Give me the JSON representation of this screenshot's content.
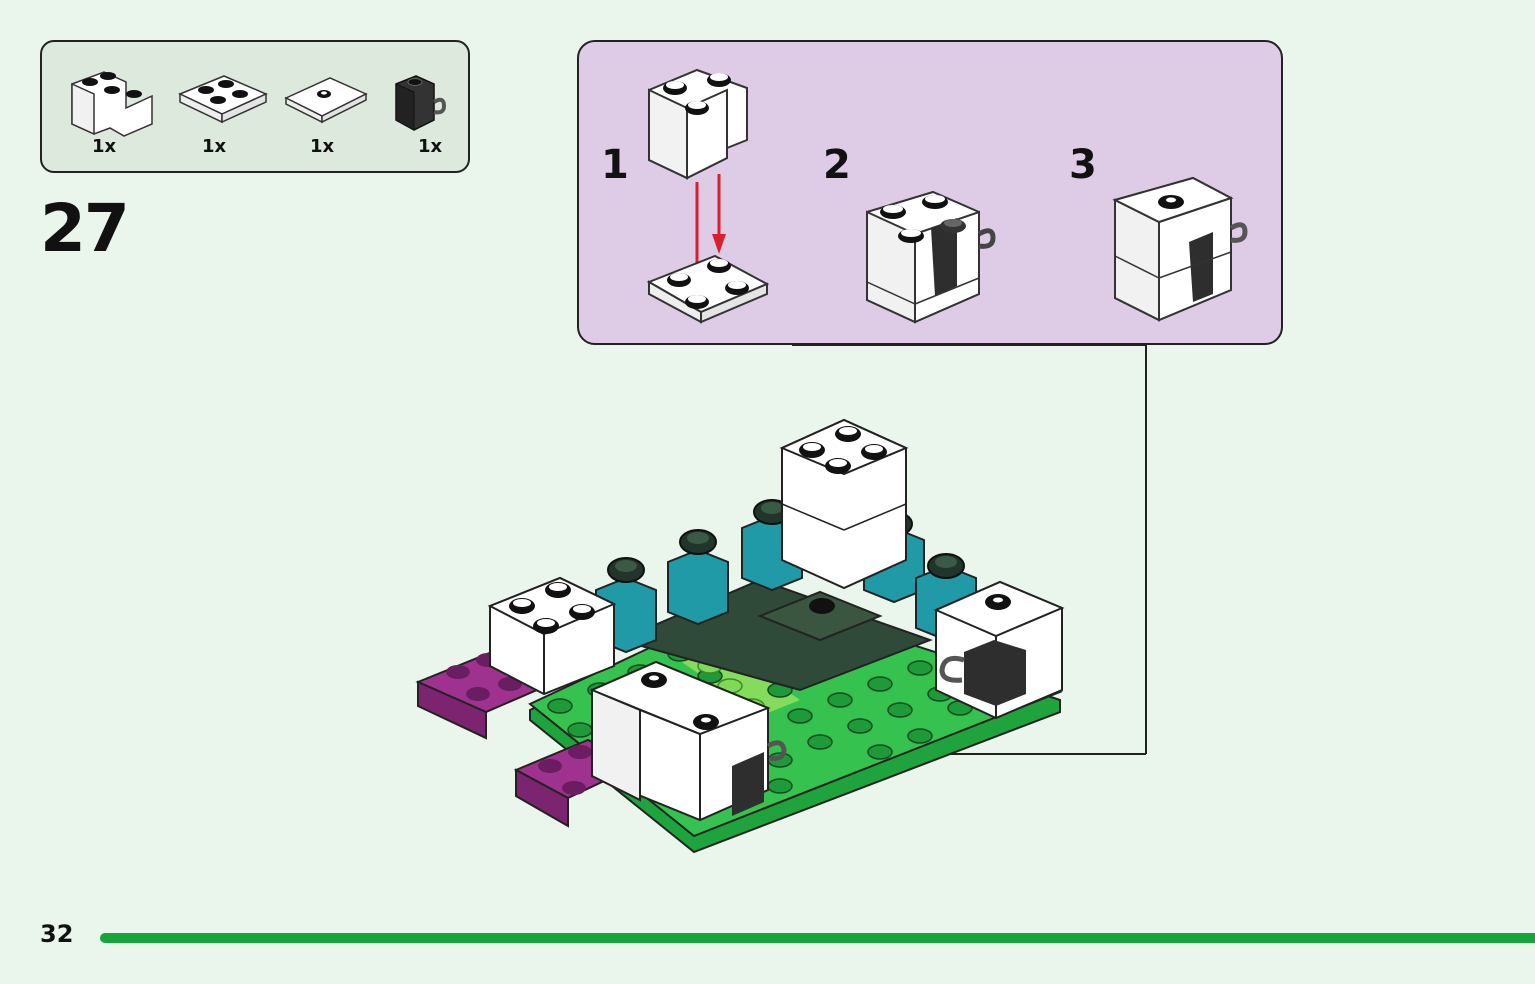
{
  "parts_list": {
    "items": [
      {
        "icon": "white-corner-brick-icon",
        "quantity": "1x"
      },
      {
        "icon": "white-2x2-plate-icon",
        "quantity": "1x"
      },
      {
        "icon": "white-2x2-jumper-tile-icon",
        "quantity": "1x"
      },
      {
        "icon": "dark-gray-clip-brick-icon",
        "quantity": "1x"
      }
    ]
  },
  "step": {
    "number": "27"
  },
  "sub_assembly": {
    "steps": [
      {
        "number": "1"
      },
      {
        "number": "2"
      },
      {
        "number": "3"
      }
    ]
  },
  "colors": {
    "background": "#eaf5ec",
    "parts_box": "#dde9dc",
    "sub_box": "#decce6",
    "bright_green": "#2db84a",
    "lime": "#7fd957",
    "teal": "#1f9aa6",
    "dark_green": "#2f4a38",
    "magenta": "#a0328f",
    "arrow_red": "#d9202f",
    "page_bar": "#16a53a"
  },
  "page": {
    "number": "32"
  }
}
